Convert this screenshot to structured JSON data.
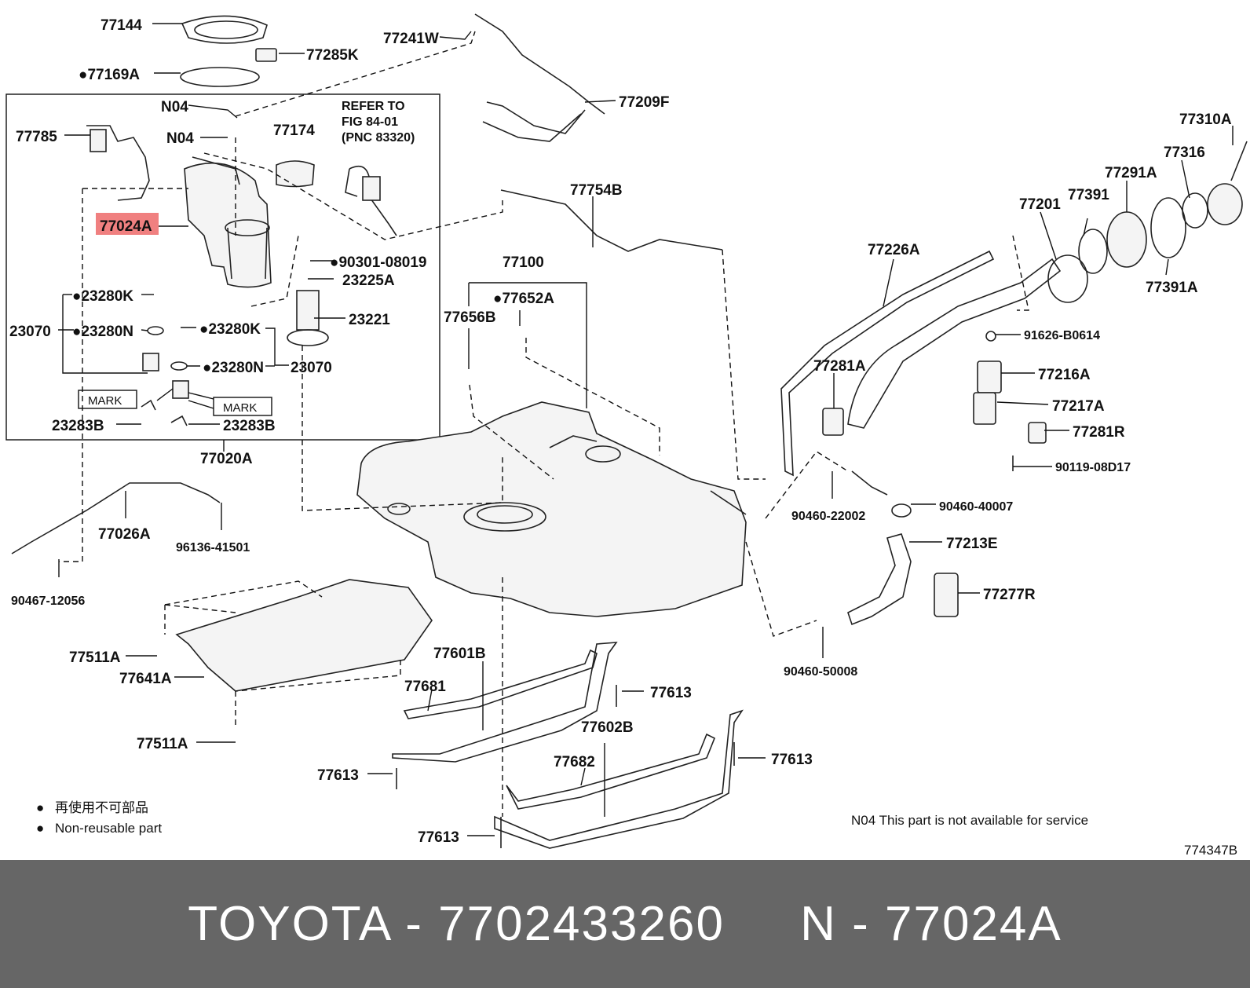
{
  "parts": [
    {
      "id": "p77144",
      "label": "77144"
    },
    {
      "id": "p77285K",
      "label": "77285K"
    },
    {
      "id": "p77169A",
      "label": "●77169A"
    },
    {
      "id": "p77241W",
      "label": "77241W"
    },
    {
      "id": "p77209F",
      "label": "77209F"
    },
    {
      "id": "pN04a",
      "label": "N04"
    },
    {
      "id": "pN04b",
      "label": "N04"
    },
    {
      "id": "p77174",
      "label": "77174"
    },
    {
      "id": "p77785",
      "label": "77785"
    },
    {
      "id": "p77024A",
      "label": "77024A"
    },
    {
      "id": "p90301",
      "label": "●90301-08019"
    },
    {
      "id": "p23225A",
      "label": "23225A"
    },
    {
      "id": "p23280K1",
      "label": "●23280K"
    },
    {
      "id": "p23070a",
      "label": "23070"
    },
    {
      "id": "p23280N1",
      "label": "●23280N"
    },
    {
      "id": "p23280K2",
      "label": "●23280K"
    },
    {
      "id": "p23280N2",
      "label": "●23280N"
    },
    {
      "id": "p23070b",
      "label": "23070"
    },
    {
      "id": "p23221",
      "label": "23221"
    },
    {
      "id": "p23283B1",
      "label": "23283B"
    },
    {
      "id": "p23283B2",
      "label": "23283B"
    },
    {
      "id": "p77020A",
      "label": "77020A"
    },
    {
      "id": "p77754B",
      "label": "77754B"
    },
    {
      "id": "p77100",
      "label": "77100"
    },
    {
      "id": "p77652A",
      "label": "●77652A"
    },
    {
      "id": "p77656B",
      "label": "77656B"
    },
    {
      "id": "p77026A",
      "label": "77026A"
    },
    {
      "id": "p96136",
      "label": "96136-41501"
    },
    {
      "id": "p90467",
      "label": "90467-12056"
    },
    {
      "id": "p77310A",
      "label": "77310A"
    },
    {
      "id": "p77316",
      "label": "77316"
    },
    {
      "id": "p77291A",
      "label": "77291A"
    },
    {
      "id": "p77201",
      "label": "77201"
    },
    {
      "id": "p77391a",
      "label": "77391"
    },
    {
      "id": "p77226A",
      "label": "77226A"
    },
    {
      "id": "p77391A",
      "label": "77391A"
    },
    {
      "id": "p91626",
      "label": "91626-B0614"
    },
    {
      "id": "p77281A",
      "label": "77281A"
    },
    {
      "id": "p77216A",
      "label": "77216A"
    },
    {
      "id": "p77217A",
      "label": "77217A"
    },
    {
      "id": "p77281R",
      "label": "77281R"
    },
    {
      "id": "p90119",
      "label": "90119-08D17"
    },
    {
      "id": "p90460_22002",
      "label": "90460-22002"
    },
    {
      "id": "p90460_40007",
      "label": "90460-40007"
    },
    {
      "id": "p77213E",
      "label": "77213E"
    },
    {
      "id": "p77277R",
      "label": "77277R"
    },
    {
      "id": "p90460_50008",
      "label": "90460-50008"
    },
    {
      "id": "p77511A1",
      "label": "77511A"
    },
    {
      "id": "p77641A",
      "label": "77641A"
    },
    {
      "id": "p77511A2",
      "label": "77511A"
    },
    {
      "id": "p77601B",
      "label": "77601B"
    },
    {
      "id": "p77681",
      "label": "77681"
    },
    {
      "id": "p77613a",
      "label": "77613"
    },
    {
      "id": "p77602B",
      "label": "77602B"
    },
    {
      "id": "p77682",
      "label": "77682"
    },
    {
      "id": "p77613b",
      "label": "77613"
    },
    {
      "id": "p77613c",
      "label": "77613"
    },
    {
      "id": "p77613d",
      "label": "77613"
    }
  ],
  "refer_note": {
    "line1": "REFER TO",
    "line2": "FIG 84-01",
    "line3": "(PNC 83320)"
  },
  "marks": [
    "MARK",
    "MARK"
  ],
  "legend": {
    "jp": "再使用不可部品",
    "en": "Non-reusable part",
    "bullet": "●"
  },
  "service_note": "N04 This part is not available for service",
  "figure_code": "774347B",
  "highlight": {
    "part": "77024A",
    "color": "#f08080"
  },
  "footer": {
    "brand": "TOYOTA",
    "separator": "-",
    "part_number": "7702433260",
    "position_prefix": "N",
    "position_code": "77024A"
  }
}
